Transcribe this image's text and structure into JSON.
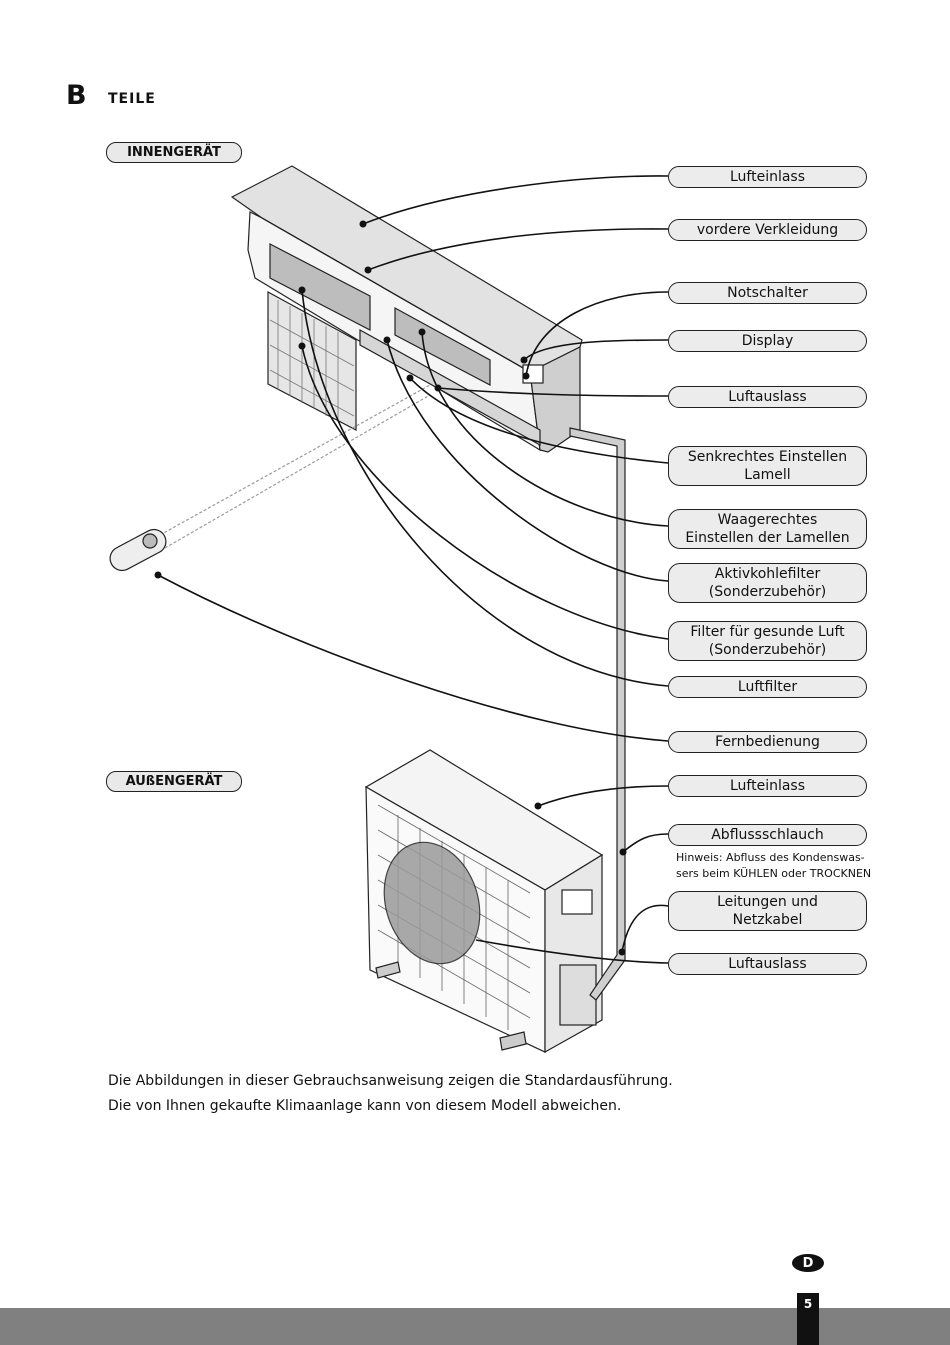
{
  "section": {
    "letter": "B",
    "title": "TEILE"
  },
  "groups": {
    "indoor": "INNENGERÄT",
    "outdoor": "AUßENGERÄT"
  },
  "callouts": [
    {
      "lines": [
        "Lufteinlass"
      ]
    },
    {
      "lines": [
        "vordere Verkleidung"
      ]
    },
    {
      "lines": [
        "Notschalter"
      ]
    },
    {
      "lines": [
        "Display"
      ]
    },
    {
      "lines": [
        "Luftauslass"
      ]
    },
    {
      "lines": [
        "Senkrechtes Einstellen",
        "Lamell"
      ]
    },
    {
      "lines": [
        "Waagerechtes",
        "Einstellen der Lamellen"
      ]
    },
    {
      "lines": [
        "Aktivkohlefilter",
        "(Sonderzubehör)"
      ]
    },
    {
      "lines": [
        "Filter für gesunde Luft",
        "(Sonderzubehör)"
      ]
    },
    {
      "lines": [
        "Luftfilter"
      ]
    },
    {
      "lines": [
        "Fernbedienung"
      ]
    },
    {
      "lines": [
        "Lufteinlass"
      ]
    },
    {
      "lines": [
        "Abflussschlauch"
      ]
    },
    {
      "lines": [
        "Leitungen und",
        "Netzkabel"
      ]
    },
    {
      "lines": [
        "Luftauslass"
      ]
    }
  ],
  "note": {
    "line1": "Hinweis: Abfluss des Kondenswas-",
    "line2": "sers beim KÜHLEN oder TROCKNEN"
  },
  "captions": [
    "Die Abbildungen in dieser Gebrauchsanweisung zeigen die Standardausführung.",
    "Die von Ihnen gekaufte Klimaanlage kann von diesem Modell abweichen."
  ],
  "language_badge": "D",
  "page_number": "5"
}
